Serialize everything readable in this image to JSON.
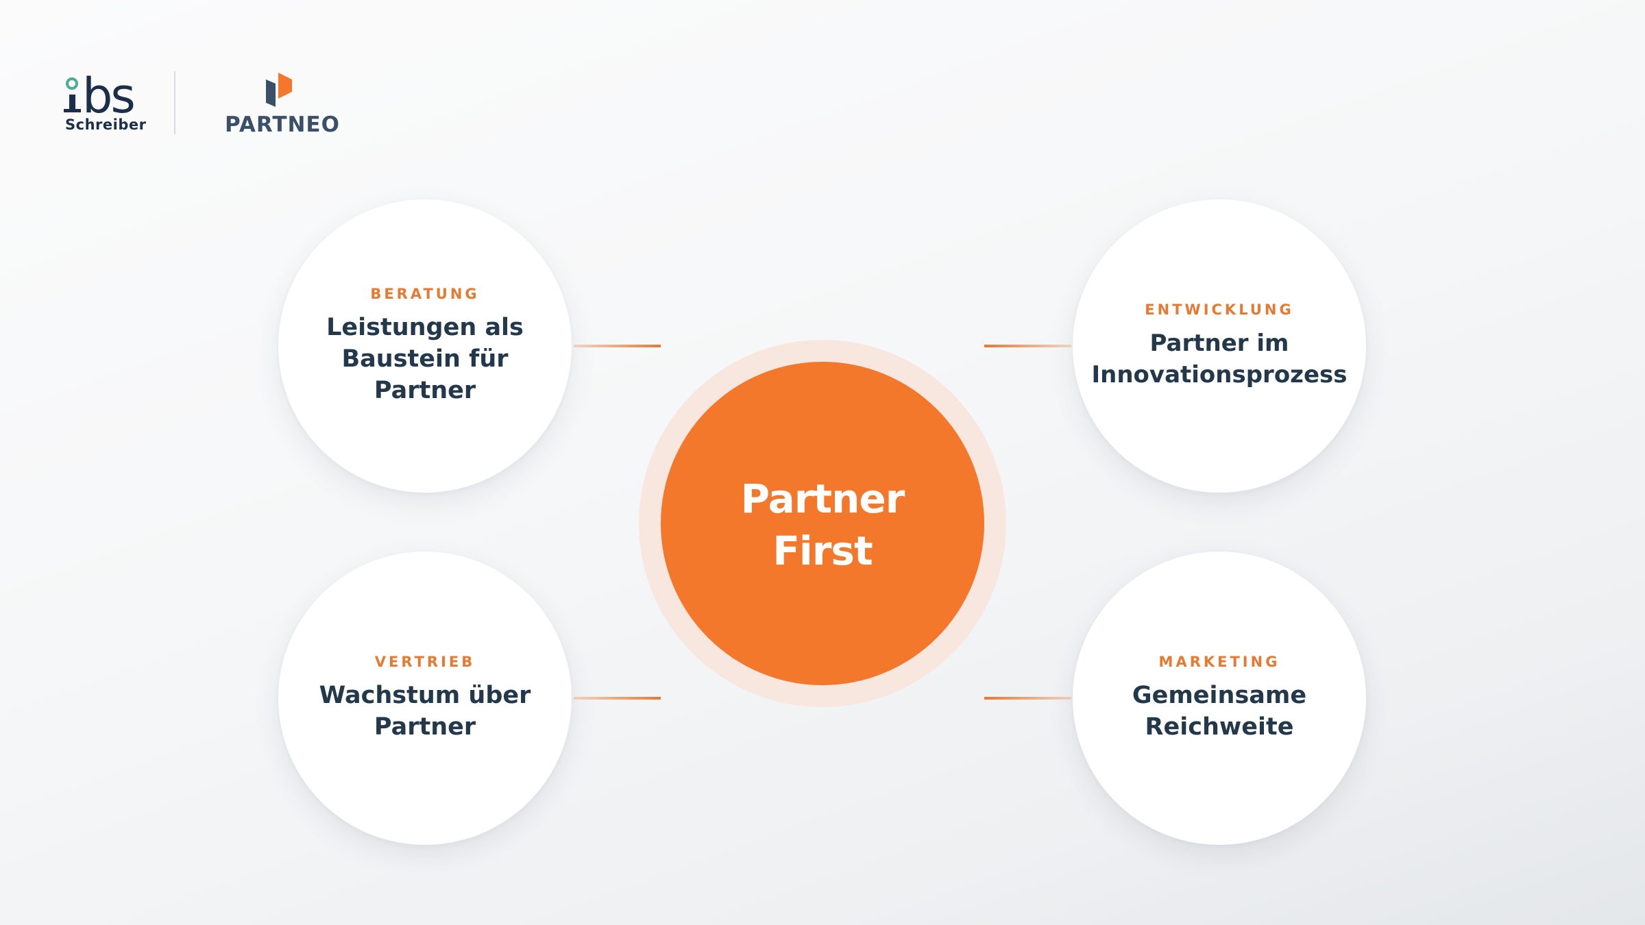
{
  "logos": {
    "ibs": {
      "mark": "ibs",
      "word": "Schreiber",
      "color": "#1c2f4a",
      "dot_color": "#4cae8e"
    },
    "partneo": {
      "word": "PARTNEO",
      "icon": "partneo-mark-icon",
      "color": "#3a5068",
      "accent": "#f3782b"
    }
  },
  "center": {
    "line1": "Partner",
    "line2": "First",
    "color": "#f3782b"
  },
  "nodes": {
    "top_left": {
      "category": "BERATUNG",
      "line1": "Leistungen als",
      "line2": "Baustein für",
      "line3": "Partner"
    },
    "top_right": {
      "category": "ENTWICKLUNG",
      "line1": "Partner im",
      "line2": "Innovationsprozess"
    },
    "bottom_left": {
      "category": "VERTRIEB",
      "line1": "Wachstum über",
      "line2": "Partner"
    },
    "bottom_right": {
      "category": "MARKETING",
      "line1": "Gemeinsame",
      "line2": "Reichweite"
    }
  },
  "colors": {
    "accent": "#f3782b",
    "category_text": "#e57a33",
    "body_text": "#23384a"
  }
}
